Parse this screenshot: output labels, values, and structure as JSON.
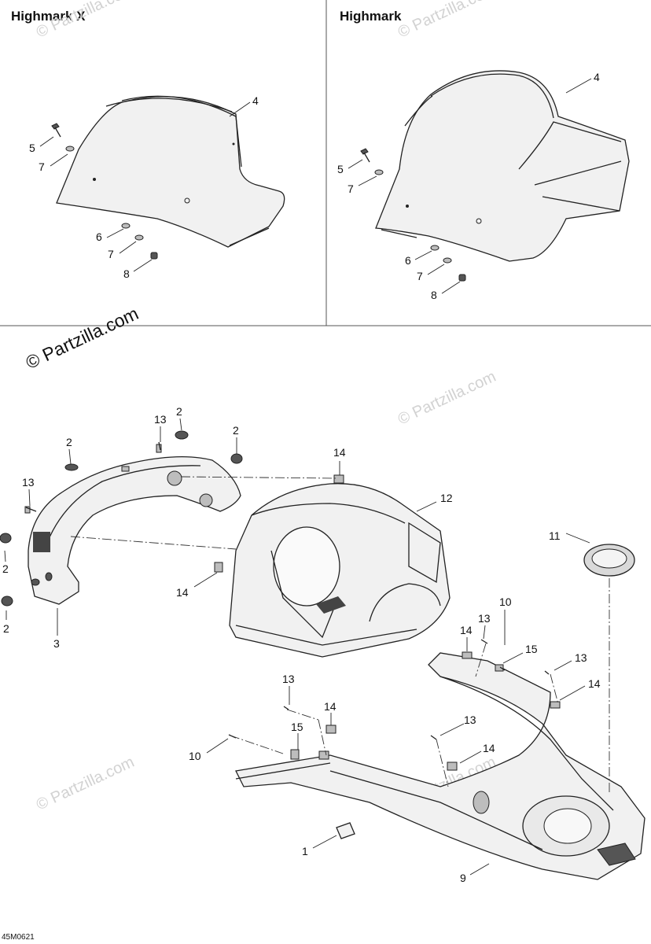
{
  "panels": {
    "left_title": "Highmark X",
    "right_title": "Highmark"
  },
  "watermark": "© Partzilla.com",
  "copyright": "© Partzilla.com",
  "drawing_code": "45M0621",
  "callouts": {
    "hx_4": "4",
    "hx_5": "5",
    "hx_7a": "7",
    "hx_6": "6",
    "hx_7b": "7",
    "hx_8": "8",
    "h_4": "4",
    "h_5": "5",
    "h_7a": "7",
    "h_6": "6",
    "h_7b": "7",
    "h_8": "8",
    "c_13a": "13",
    "c_2a": "2",
    "c_2b": "2",
    "c_2c": "2",
    "c_13b": "13",
    "c_2d": "2",
    "c_2e": "2",
    "c_3": "3",
    "c_14a": "14",
    "c_12": "12",
    "c_14b": "14",
    "c_11": "11",
    "c_10a": "10",
    "c_13c": "13",
    "c_14c": "14",
    "c_15a": "15",
    "c_13d": "13",
    "c_14d": "14",
    "c_13e": "13",
    "c_14e": "14",
    "c_15b": "15",
    "c_10b": "10",
    "c_13f": "13",
    "c_14f": "14",
    "c_1": "1",
    "c_9": "9"
  }
}
